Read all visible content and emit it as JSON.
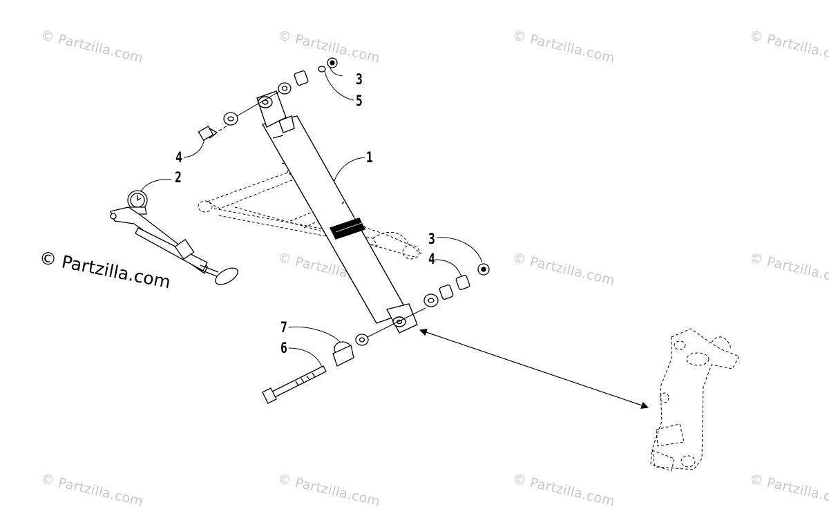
{
  "watermark": {
    "text": "© Partzilla.com"
  },
  "copyright": {
    "text": "© Partzilla.com"
  },
  "callouts": {
    "c1": "1",
    "c2": "2",
    "c3_top": "3",
    "c5": "5",
    "c4_top": "4",
    "c3_mid": "3",
    "c4_mid": "4",
    "c7": "7",
    "c6": "6"
  }
}
